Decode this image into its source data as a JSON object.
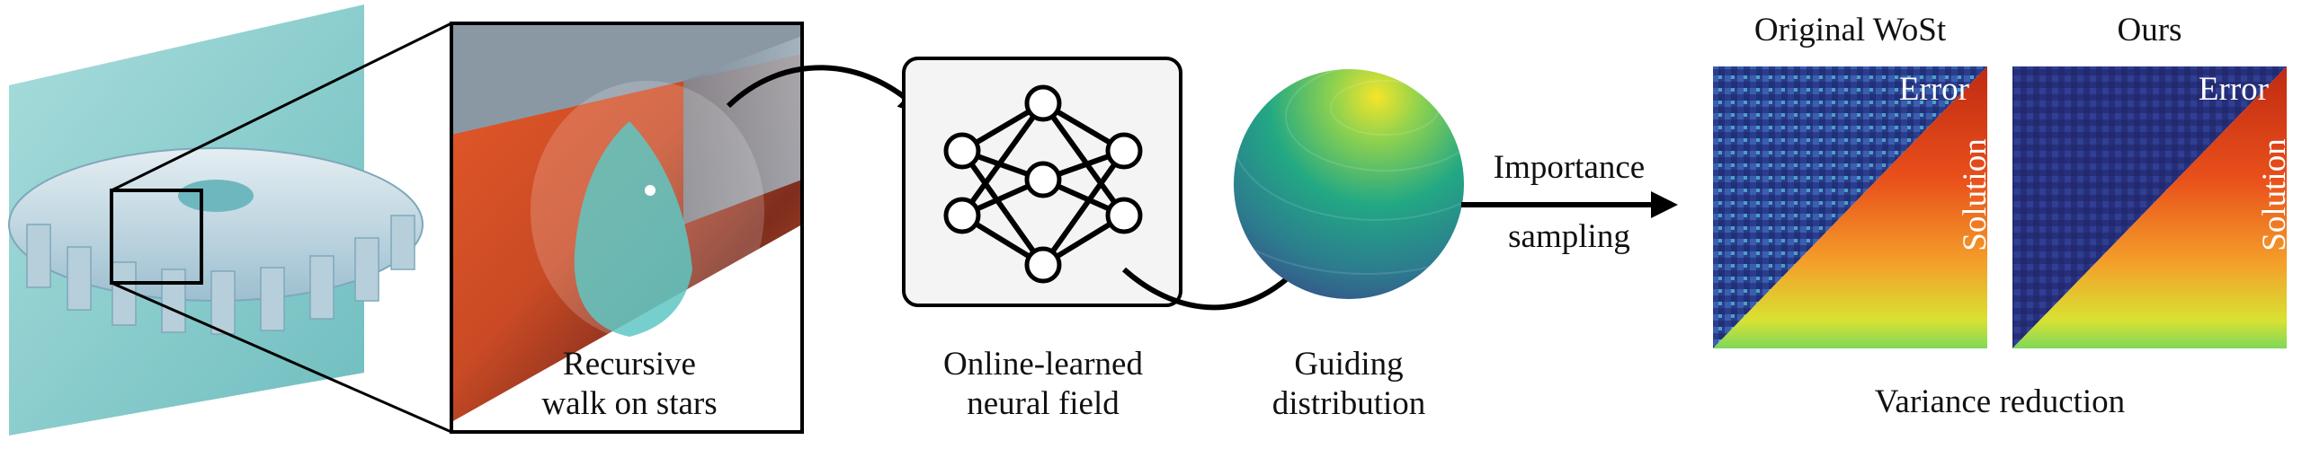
{
  "walk": {
    "line1": "Recursive",
    "line2": "walk on stars"
  },
  "field": {
    "line1": "Online-learned",
    "line2": "neural field"
  },
  "guide": {
    "line1": "Guiding",
    "line2": "distribution"
  },
  "sampling": {
    "line1": "Importance",
    "line2": "sampling"
  },
  "panels": {
    "left_title": "Original WoSt",
    "right_title": "Ours",
    "error_label": "Error",
    "solution_label": "Solution"
  },
  "variance": "Variance reduction",
  "colors": {
    "teal_plane": "#7fc8c8",
    "gear": "#c9dde6",
    "error_bg": "#2c3f8e",
    "solution_hot": "#e9501b",
    "arrow": "#000000"
  },
  "icons": {
    "network": "neural-network-icon",
    "sphere": "sphere-icon"
  }
}
